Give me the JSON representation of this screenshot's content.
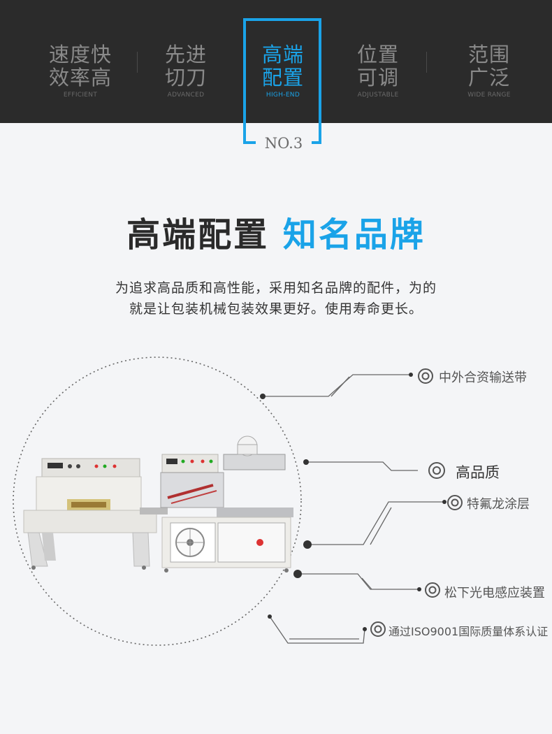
{
  "tabs": [
    {
      "zh1": "速度快",
      "zh2": "效率高",
      "en": "EFFICIENT"
    },
    {
      "zh1": "先进",
      "zh2": "切刀",
      "en": "ADVANCED"
    },
    {
      "zh1": "高端",
      "zh2": "配置",
      "en": "HIGH-END"
    },
    {
      "zh1": "位置",
      "zh2": "可调",
      "en": "ADJUSTABLE"
    },
    {
      "zh1": "范围",
      "zh2": "广泛",
      "en": "WIDE RANGE"
    }
  ],
  "number_tag": "NO.3",
  "headline": {
    "dark": "高端配置",
    "blue": "知名品牌"
  },
  "description": {
    "line1": "为追求高品质和高性能，采用知名品牌的配件，为的",
    "line2": "就是让包装机械包装效果更好。使用寿命更长。"
  },
  "features": [
    "中外合资输送带",
    "高品质",
    "特氟龙涂层",
    "松下光电感应装置",
    "通过ISO9001国际质量体系认证"
  ],
  "colors": {
    "accent": "#1aa3e8",
    "dark_bar": "#2b2b2b"
  },
  "icons": {
    "feature_bullet": "target-ring-icon"
  }
}
